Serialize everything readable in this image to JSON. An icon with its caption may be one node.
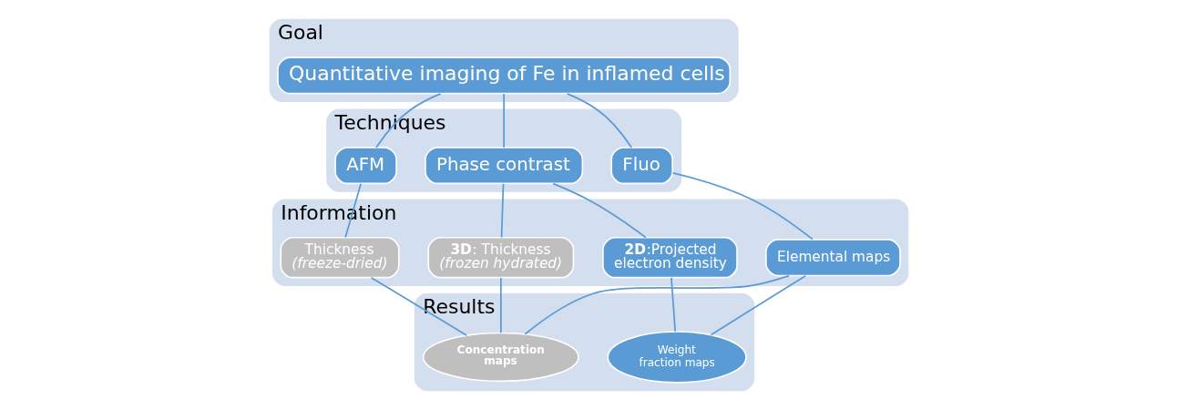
{
  "diagram": {
    "nodes": [
      {
        "text": [
          "Goal"
        ]
      },
      {
        "text": [
          "Quantitative imaging of Fe in inflamed cells"
        ],
        "in": 0
      },
      {
        "text": [
          "Techniques"
        ]
      },
      {
        "text": [
          "Fluo"
        ],
        "in": 2
      },
      {
        "text": [
          "Phase contrast"
        ],
        "in": 2
      },
      {
        "text": [
          "AFM"
        ],
        "in": 2
      },
      {
        "text": [
          "Information"
        ]
      },
      {
        "text": [
          "Elemental maps"
        ],
        "in": 6
      },
      {
        "text": [
          "**2D**:Projected electron density"
        ],
        "in": 6
      },
      {
        "text": [
          "**3D**: Thickness",
          "(frozen hydrated)"
        ],
        "in": 6
      },
      {
        "text": [
          "Thickness",
          "(freeze-dried)"
        ],
        "in": 6
      },
      {
        "text": [
          "Results"
        ]
      },
      {
        "text": [
          "Weight fraction maps"
        ],
        "in": 11
      },
      {
        "text": [
          "Concentration maps"
        ],
        "in": 11
      }
    ],
    "edges": [
      {
        "from": 1,
        "to": 3,
        "arrow": "none"
      },
      {
        "from": 1,
        "to": 4,
        "arrow": "none"
      },
      {
        "from": 1,
        "to": 5,
        "arrow": "none"
      },
      {
        "from": 3,
        "to": 7,
        "arrow": "none"
      },
      {
        "from": 4,
        "to": 8,
        "arrow": "none"
      },
      {
        "from": 4,
        "to": 9,
        "arrow": "none"
      },
      {
        "from": 5,
        "to": 10,
        "arrow": "none"
      },
      {
        "from": 7,
        "to": 12,
        "arrow": "none"
      },
      {
        "from": 8,
        "to": 12,
        "arrow": "none"
      },
      {
        "from": 7,
        "to": 13,
        "arrow": "none"
      },
      {
        "from": 9,
        "to": 13,
        "arrow": "none"
      },
      {
        "from": 10,
        "to": 13,
        "arrow": "none"
      }
    ]
  }
}
